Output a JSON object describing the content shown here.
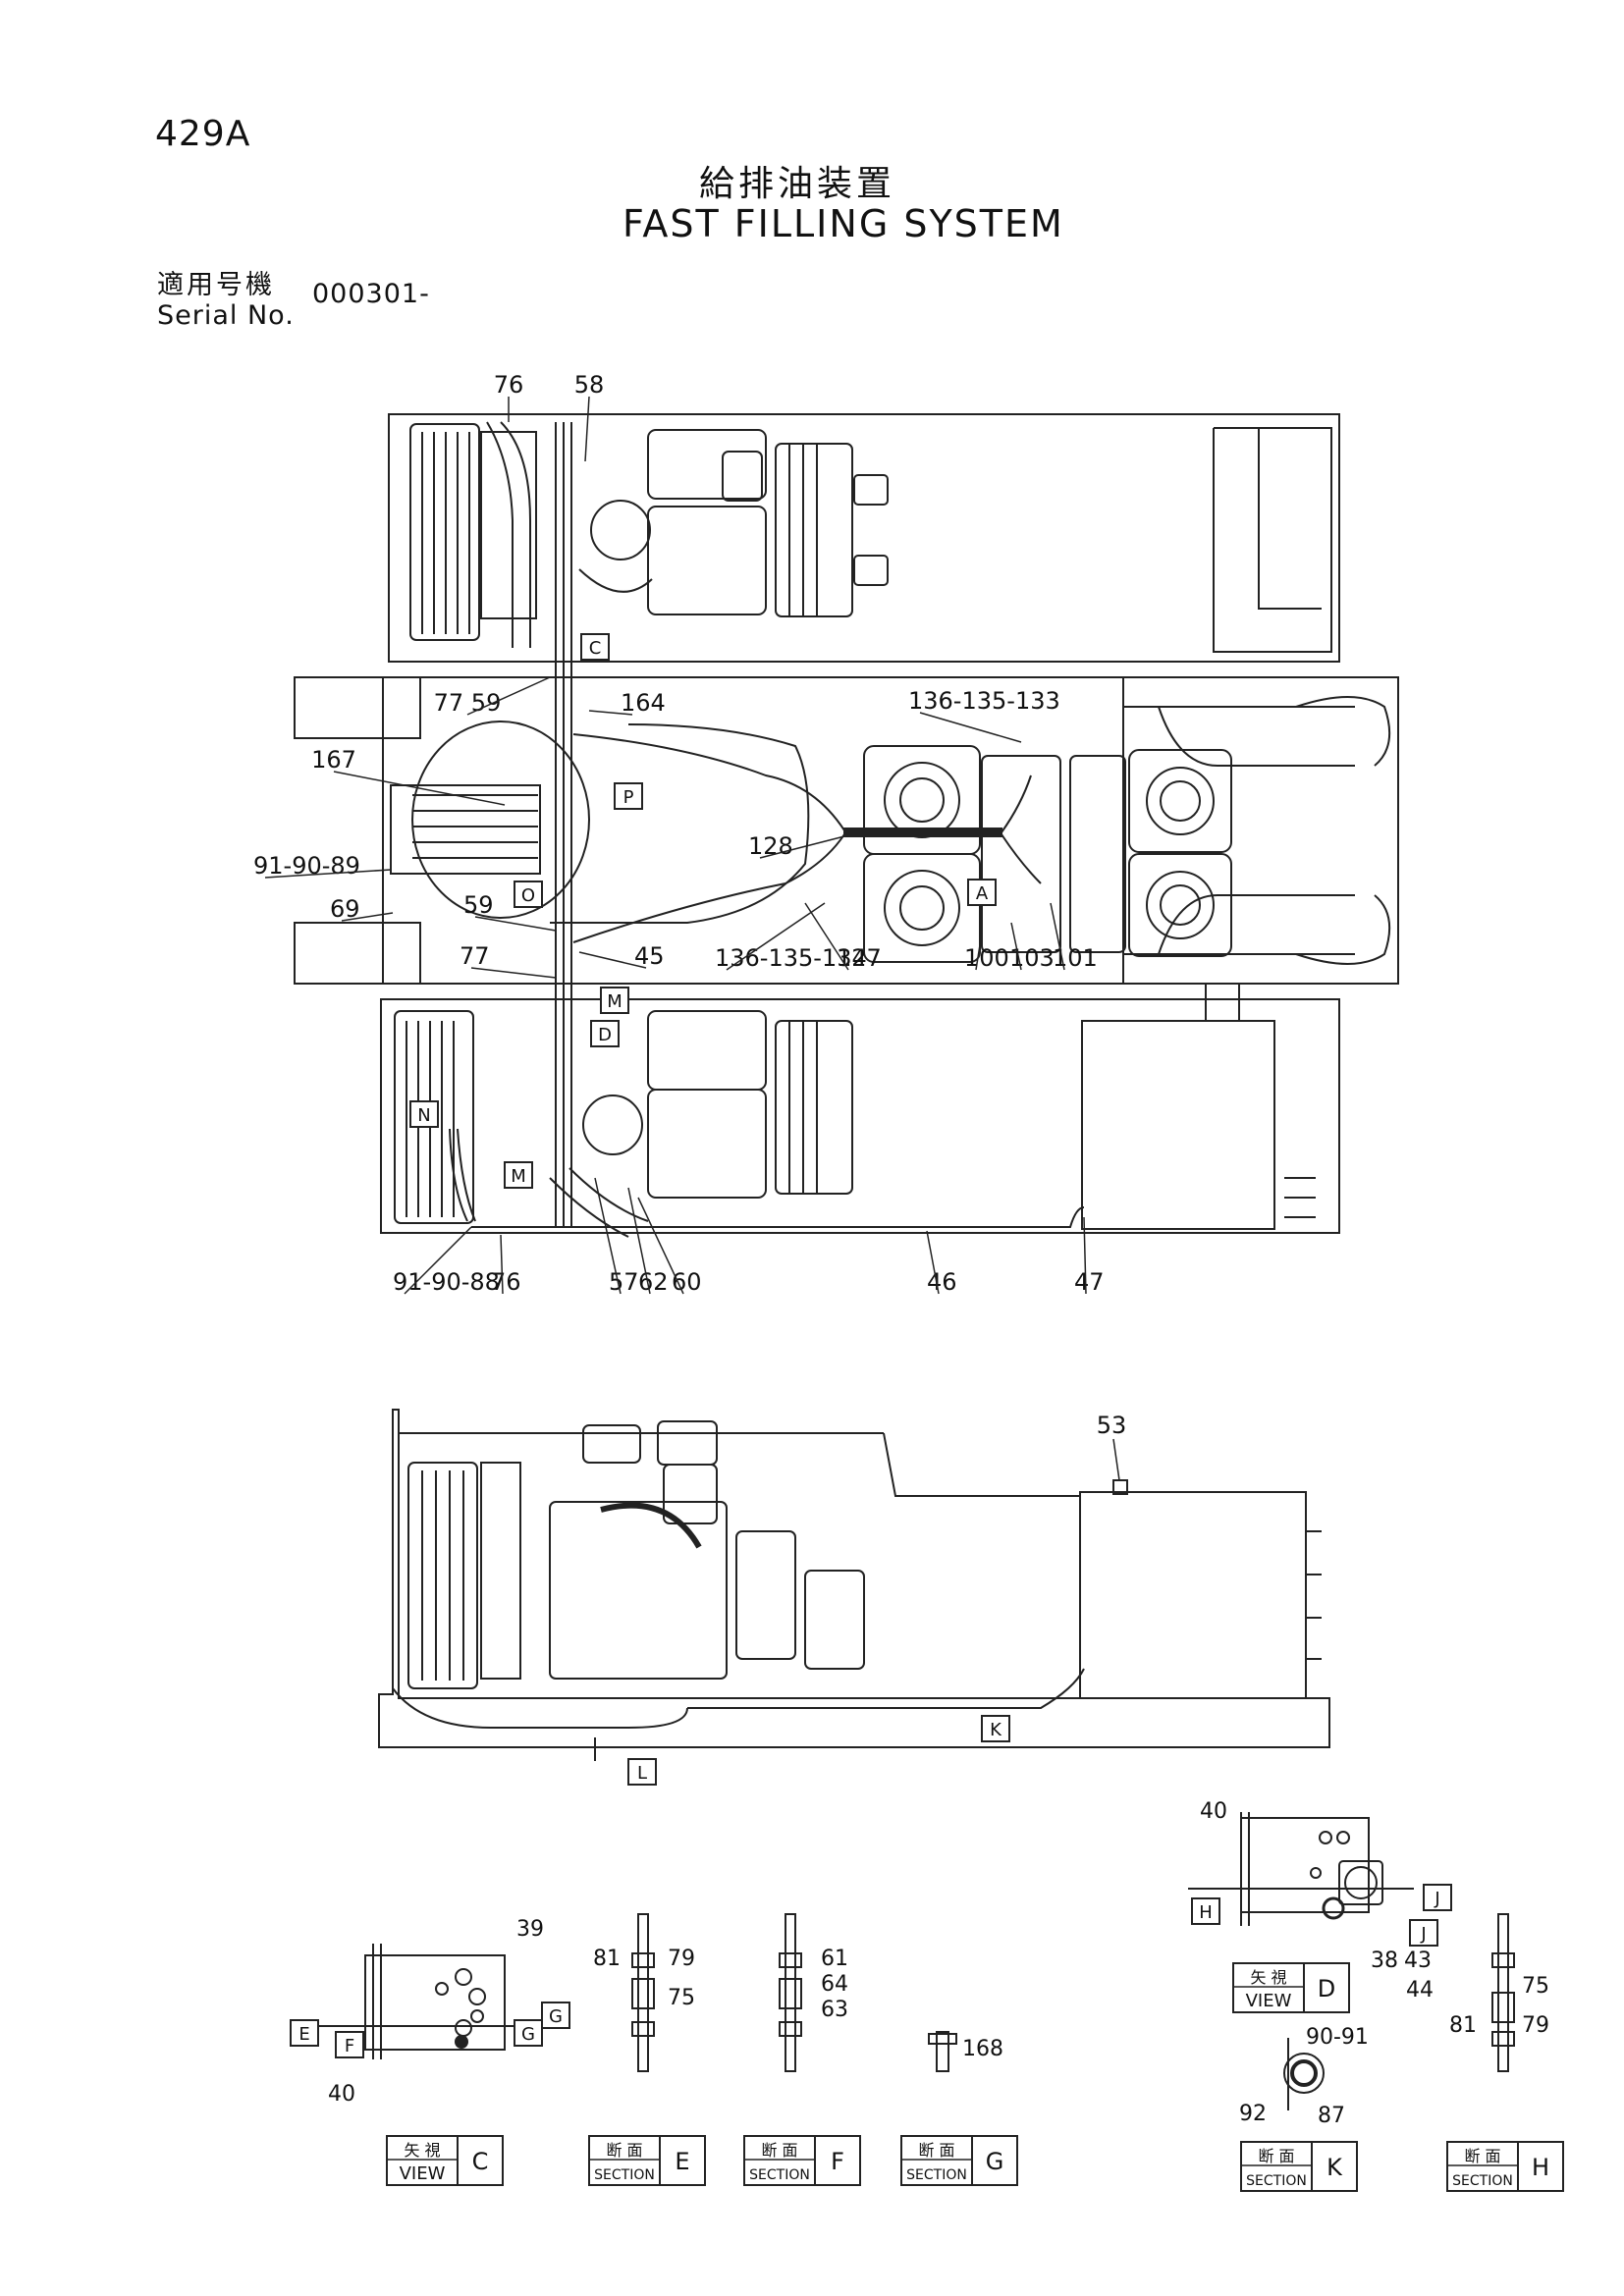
{
  "header": {
    "page_code": "429A",
    "title_jp": "給排油装置",
    "title_en": "FAST FILLING SYSTEM",
    "serial_label_jp": "適用号機",
    "serial_label_en": "Serial No.",
    "serial_value": "000301-"
  },
  "top_view": {
    "callouts": [
      "76",
      "58",
      "77 59",
      "164",
      "167",
      "136-135-133",
      "128",
      "91-90-89",
      "69",
      "59",
      "77",
      "45",
      "136-135-134",
      "127",
      "100",
      "103",
      "101",
      "91-90-88",
      "76",
      "57",
      "62",
      "60",
      "46",
      "47"
    ],
    "view_markers": [
      "C",
      "P",
      "O",
      "A",
      "M",
      "D",
      "N",
      "M"
    ]
  },
  "side_view": {
    "callouts": [
      "53"
    ],
    "view_markers": [
      "K",
      "L"
    ]
  },
  "detail_views": [
    {
      "jp": "矢 視",
      "en": "VIEW",
      "letter": "C",
      "callouts": [
        "39",
        "40"
      ],
      "markers": [
        "G",
        "E",
        "F",
        "G"
      ]
    },
    {
      "jp": "断 面",
      "en": "SECTION",
      "letter": "E",
      "callouts": [
        "81",
        "79",
        "75"
      ]
    },
    {
      "jp": "断 面",
      "en": "SECTION",
      "letter": "F",
      "callouts": [
        "61",
        "64",
        "63"
      ]
    },
    {
      "jp": "断 面",
      "en": "SECTION",
      "letter": "G",
      "callouts": [
        "168"
      ]
    },
    {
      "jp": "矢 視",
      "en": "VIEW",
      "letter": "D",
      "callouts": [
        "40",
        "38",
        "43",
        "44"
      ],
      "markers": [
        "H",
        "J",
        "J"
      ]
    },
    {
      "jp": "断 面",
      "en": "SECTION",
      "letter": "K",
      "callouts": [
        "90-91",
        "92",
        "87"
      ]
    },
    {
      "jp": "断 面",
      "en": "SECTION",
      "letter": "H",
      "callouts": [
        "75",
        "81",
        "79"
      ]
    }
  ]
}
